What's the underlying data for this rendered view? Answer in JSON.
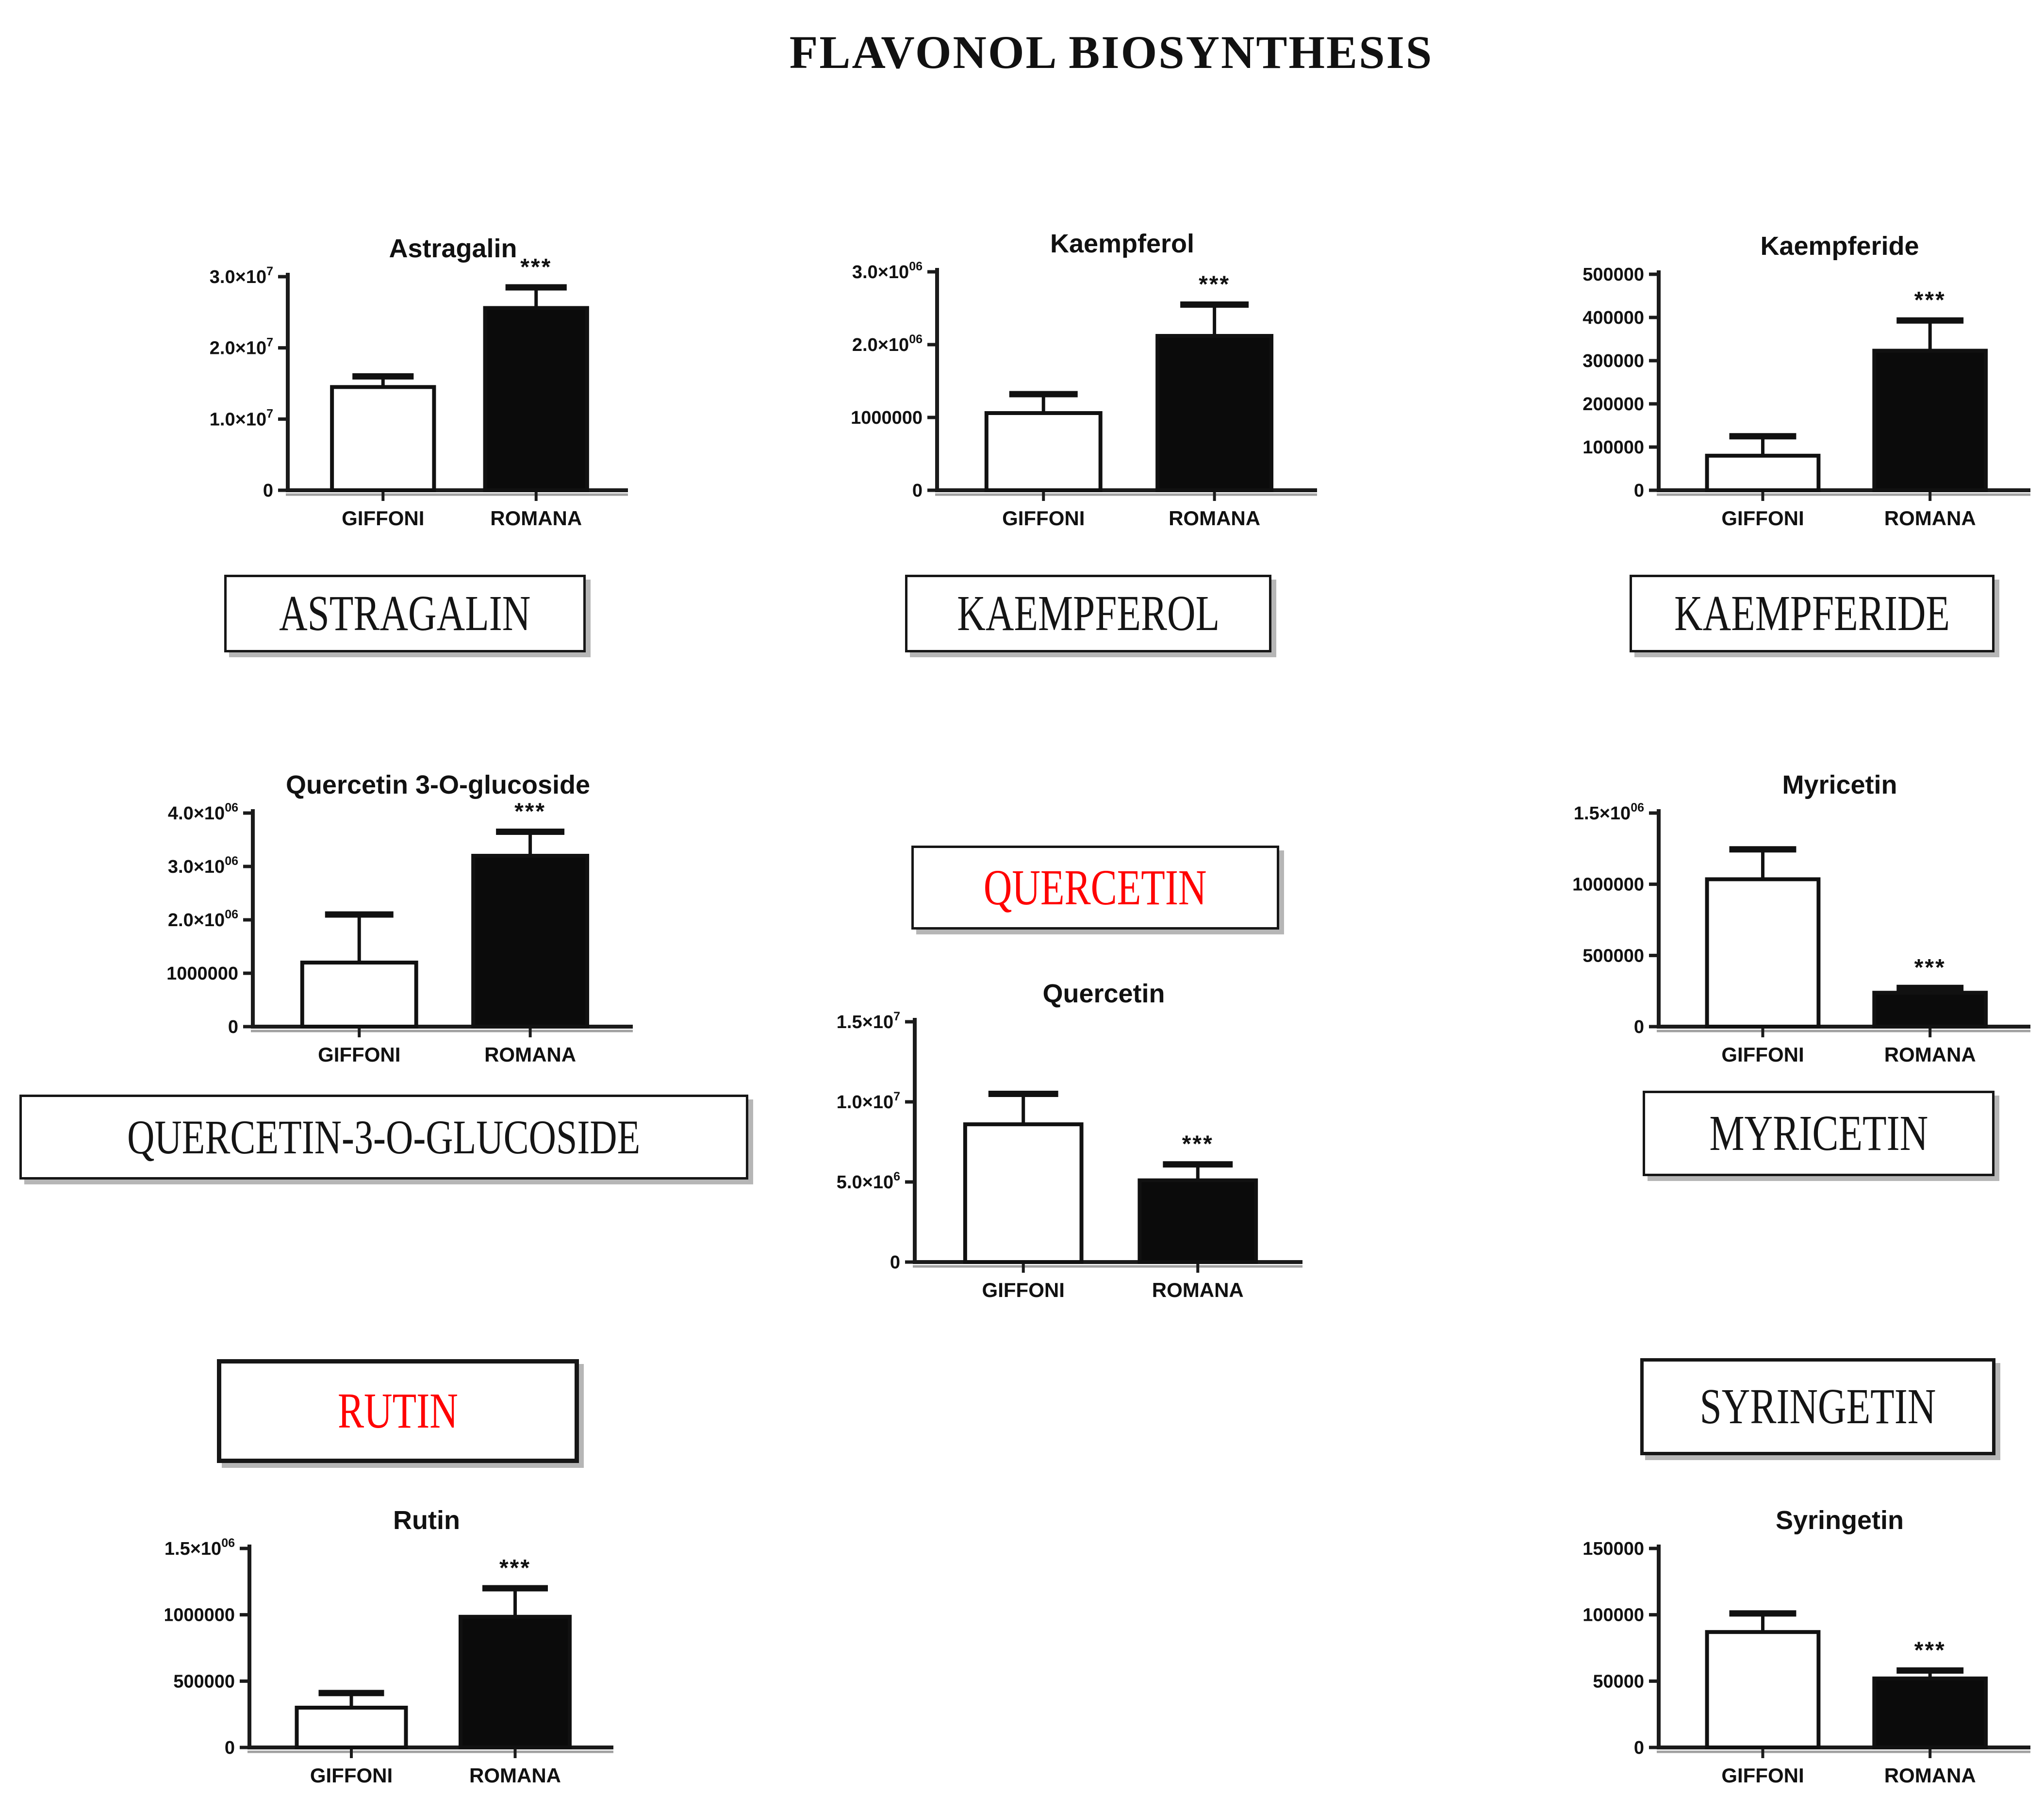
{
  "page_title": "FLAVONOL BIOSYNTHESIS",
  "categories": [
    "GIFFONI",
    "ROMANA"
  ],
  "significance_marker": "***",
  "colors": {
    "giffoni_bar_fill": "#ffffff",
    "romana_bar_fill": "#0b0b0b",
    "bar_outline": "#111111",
    "axis": "#1b1b1b",
    "axis_shadow": "#a0a0a0",
    "highlight_text": "#ff0000",
    "box_text": "#141414"
  },
  "pathway_boxes": [
    {
      "id": "astragalin",
      "label": "ASTRAGALIN",
      "text_color": "black"
    },
    {
      "id": "kaempferol",
      "label": "KAEMPFEROL",
      "text_color": "black"
    },
    {
      "id": "kaempferide",
      "label": "KAEMPFERIDE",
      "text_color": "black"
    },
    {
      "id": "quercetin",
      "label": "QUERCETIN",
      "text_color": "red"
    },
    {
      "id": "quercetin-3-o-glucoside",
      "label": "QUERCETIN-3-O-GLUCOSIDE",
      "text_color": "black"
    },
    {
      "id": "myricetin",
      "label": "MYRICETIN",
      "text_color": "black"
    },
    {
      "id": "rutin",
      "label": "RUTIN",
      "text_color": "red"
    },
    {
      "id": "syringetin",
      "label": "SYRINGETIN",
      "text_color": "black"
    }
  ],
  "arrows": [
    {
      "from": "KAEMPFEROL",
      "to": "ASTRAGALIN"
    },
    {
      "from": "KAEMPFEROL",
      "to": "KAEMPFERIDE"
    },
    {
      "from": "KAEMPFEROL",
      "to": "QUERCETIN"
    },
    {
      "from": "QUERCETIN",
      "to": "QUERCETIN-3-O-GLUCOSIDE"
    },
    {
      "from": "QUERCETIN",
      "to": "MYRICETIN"
    },
    {
      "from": "QUERCETIN-3-O-GLUCOSIDE",
      "to": "RUTIN"
    },
    {
      "from": "MYRICETIN",
      "to": "SYRINGETIN"
    }
  ],
  "chart_data": [
    {
      "id": "astragalin-chart",
      "type": "bar",
      "title": "Astragalin",
      "categories": [
        "GIFFONI",
        "ROMANA"
      ],
      "values": [
        14500000,
        25600000
      ],
      "error_top": [
        16000000,
        28500000
      ],
      "significance": [
        "",
        "***"
      ],
      "ylim": [
        0,
        30000000
      ],
      "yticks": [
        {
          "value": 0,
          "label": "0"
        },
        {
          "value": 10000000,
          "label": "1.0×10^7"
        },
        {
          "value": 20000000,
          "label": "2.0×10^7"
        },
        {
          "value": 30000000,
          "label": "3.0×10^7"
        }
      ]
    },
    {
      "id": "kaempferol-chart",
      "type": "bar",
      "title": "Kaempferol",
      "categories": [
        "GIFFONI",
        "ROMANA"
      ],
      "values": [
        1060000,
        2120000
      ],
      "error_top": [
        1320000,
        2550000
      ],
      "significance": [
        "",
        "***"
      ],
      "ylim": [
        0,
        3000000
      ],
      "yticks": [
        {
          "value": 0,
          "label": "0"
        },
        {
          "value": 1000000,
          "label": "1000000"
        },
        {
          "value": 2000000,
          "label": "2.0×10^06"
        },
        {
          "value": 3000000,
          "label": "3.0×10^06"
        }
      ]
    },
    {
      "id": "kaempferide-chart",
      "type": "bar",
      "title": "Kaempferide",
      "categories": [
        "GIFFONI",
        "ROMANA"
      ],
      "values": [
        80000,
        323000
      ],
      "error_top": [
        125000,
        393000
      ],
      "significance": [
        "",
        "***"
      ],
      "ylim": [
        0,
        500000
      ],
      "yticks": [
        {
          "value": 0,
          "label": "0"
        },
        {
          "value": 100000,
          "label": "100000"
        },
        {
          "value": 200000,
          "label": "200000"
        },
        {
          "value": 300000,
          "label": "300000"
        },
        {
          "value": 400000,
          "label": "400000"
        },
        {
          "value": 500000,
          "label": "500000"
        }
      ]
    },
    {
      "id": "quercetin-3-o-glucoside-chart",
      "type": "bar",
      "title": "Quercetin 3-O-glucoside",
      "categories": [
        "GIFFONI",
        "ROMANA"
      ],
      "values": [
        1200000,
        3200000
      ],
      "error_top": [
        2100000,
        3650000
      ],
      "significance": [
        "",
        "***"
      ],
      "ylim": [
        0,
        4000000
      ],
      "yticks": [
        {
          "value": 0,
          "label": "0"
        },
        {
          "value": 1000000,
          "label": "1000000"
        },
        {
          "value": 2000000,
          "label": "2.0×10^06"
        },
        {
          "value": 3000000,
          "label": "3.0×10^06"
        },
        {
          "value": 4000000,
          "label": "4.0×10^06"
        }
      ]
    },
    {
      "id": "quercetin-chart",
      "type": "bar",
      "title": "Quercetin",
      "categories": [
        "GIFFONI",
        "ROMANA"
      ],
      "values": [
        8600000,
        5100000
      ],
      "error_top": [
        10500000,
        6100000
      ],
      "significance": [
        "",
        "***"
      ],
      "ylim": [
        0,
        15000000
      ],
      "yticks": [
        {
          "value": 0,
          "label": "0"
        },
        {
          "value": 5000000,
          "label": "5.0×10^6"
        },
        {
          "value": 10000000,
          "label": "1.0×10^7"
        },
        {
          "value": 15000000,
          "label": "1.5×10^7"
        }
      ]
    },
    {
      "id": "myricetin-chart",
      "type": "bar",
      "title": "Myricetin",
      "categories": [
        "GIFFONI",
        "ROMANA"
      ],
      "values": [
        1035000,
        238000
      ],
      "error_top": [
        1245000,
        272000
      ],
      "significance": [
        "",
        "***"
      ],
      "ylim": [
        0,
        1500000
      ],
      "yticks": [
        {
          "value": 0,
          "label": "0"
        },
        {
          "value": 500000,
          "label": "500000"
        },
        {
          "value": 1000000,
          "label": "1000000"
        },
        {
          "value": 1500000,
          "label": "1.5×10^06"
        }
      ]
    },
    {
      "id": "rutin-chart",
      "type": "bar",
      "title": "Rutin",
      "categories": [
        "GIFFONI",
        "ROMANA"
      ],
      "values": [
        300000,
        985000
      ],
      "error_top": [
        410000,
        1200000
      ],
      "significance": [
        "",
        "***"
      ],
      "ylim": [
        0,
        1500000
      ],
      "yticks": [
        {
          "value": 0,
          "label": "0"
        },
        {
          "value": 500000,
          "label": "500000"
        },
        {
          "value": 1000000,
          "label": "1000000"
        },
        {
          "value": 1500000,
          "label": "1.5×10^06"
        }
      ]
    },
    {
      "id": "syringetin-chart",
      "type": "bar",
      "title": "Syringetin",
      "categories": [
        "GIFFONI",
        "ROMANA"
      ],
      "values": [
        87000,
        52000
      ],
      "error_top": [
        101000,
        58000
      ],
      "significance": [
        "",
        "***"
      ],
      "ylim": [
        0,
        150000
      ],
      "yticks": [
        {
          "value": 0,
          "label": "0"
        },
        {
          "value": 50000,
          "label": "50000"
        },
        {
          "value": 100000,
          "label": "100000"
        },
        {
          "value": 150000,
          "label": "150000"
        }
      ]
    }
  ]
}
